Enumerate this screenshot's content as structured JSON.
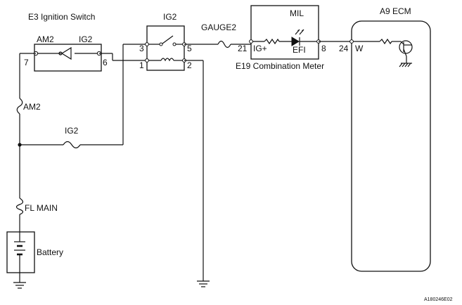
{
  "components": {
    "ignition_switch": {
      "title": "E3 Ignition Switch",
      "left_label": "AM2",
      "right_label": "IG2",
      "pin_left": "7",
      "pin_right": "6"
    },
    "relay": {
      "title": "IG2",
      "pin_3": "3",
      "pin_5": "5",
      "pin_1": "1",
      "pin_2": "2"
    },
    "gauge_fuse": {
      "label": "GAUGE2"
    },
    "combination_meter": {
      "title": "MIL",
      "pin_in": "21",
      "in_label": "IG+",
      "led_label": "EFI",
      "pin_out": "8",
      "footer": "E19 Combination Meter"
    },
    "ecm": {
      "title": "A9 ECM",
      "pin": "24",
      "pin_label": "W"
    },
    "am2_fuse": {
      "label": "AM2"
    },
    "ig2_fuse": {
      "label": "IG2"
    },
    "fl_main": {
      "label": "FL MAIN"
    },
    "battery": {
      "label": "Battery"
    }
  },
  "figure_code": "A180246E02"
}
